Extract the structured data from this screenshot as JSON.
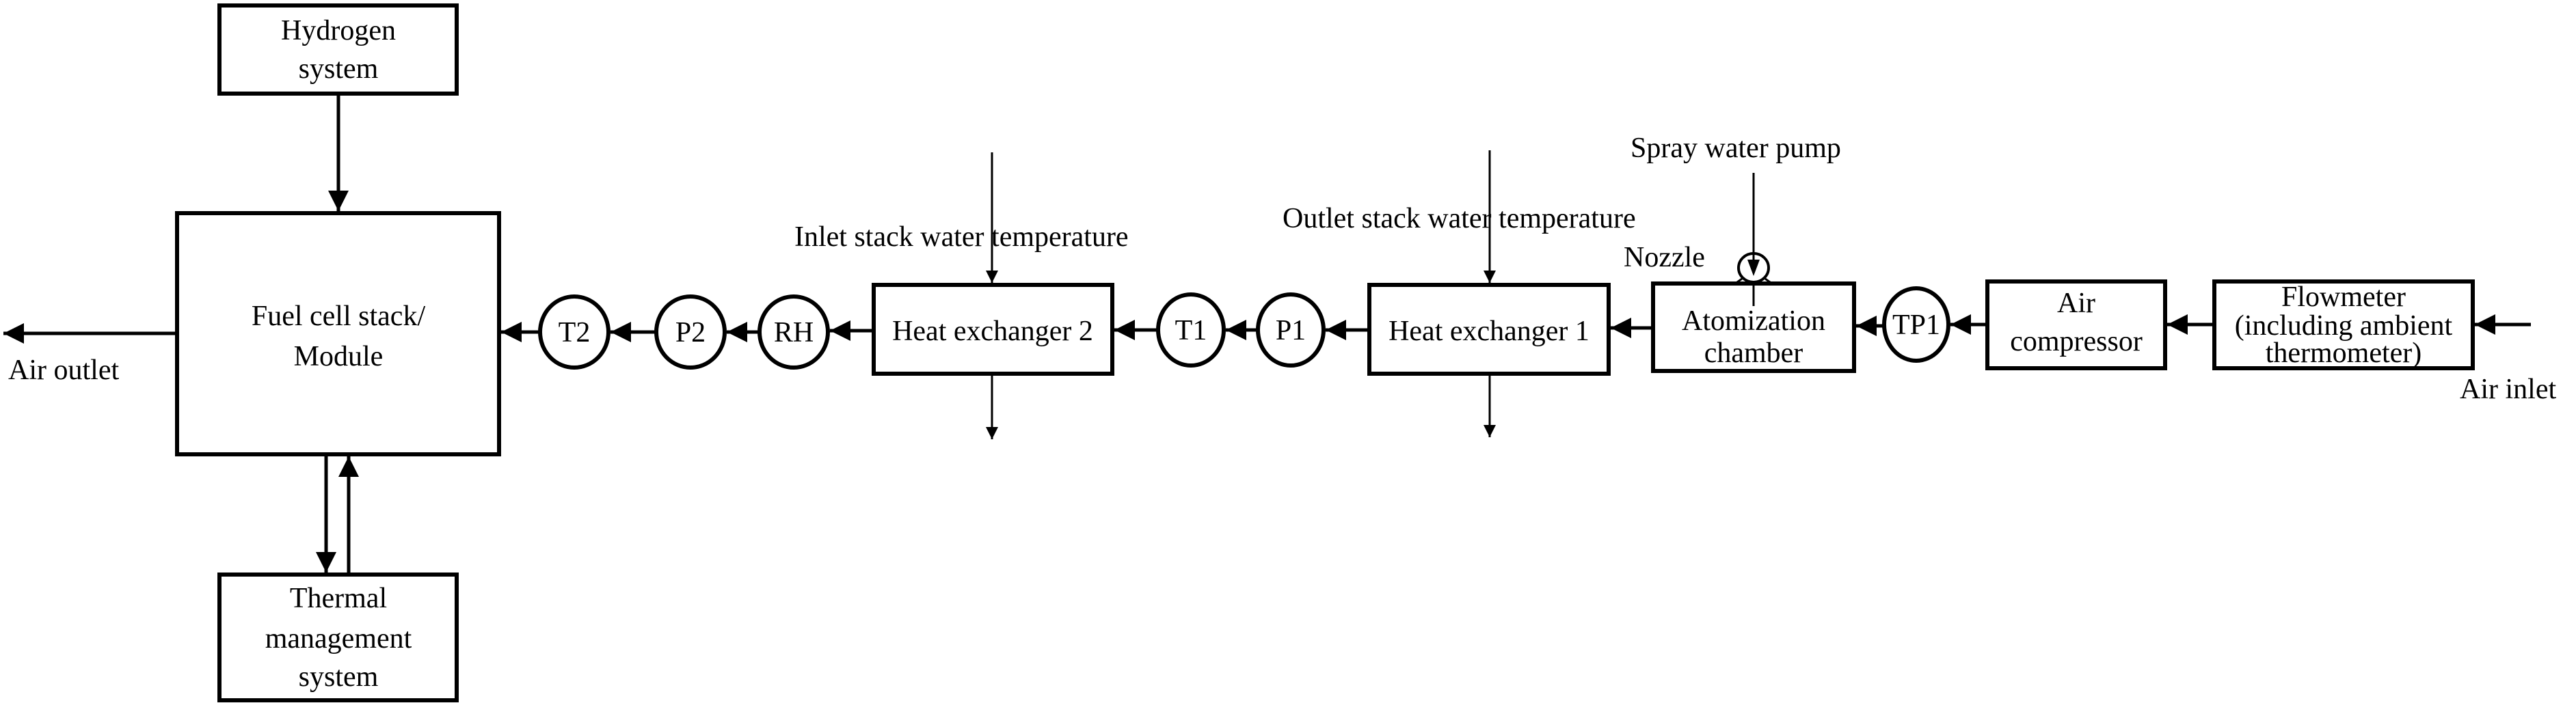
{
  "blocks": {
    "hydrogen": [
      "Hydrogen",
      "system"
    ],
    "fuel_cell": [
      "Fuel cell stack/",
      "Module"
    ],
    "thermal": [
      "Thermal",
      "management",
      "system"
    ],
    "heat_exchanger_2": "Heat exchanger 2",
    "heat_exchanger_1": "Heat exchanger 1",
    "atomization": [
      "Atomization",
      "chamber"
    ],
    "air_compressor": [
      "Air",
      "compressor"
    ],
    "flowmeter": [
      "Flowmeter",
      "(including ambient",
      "thermometer)"
    ]
  },
  "sensors": {
    "t2": "T2",
    "p2": "P2",
    "rh": "RH",
    "t1": "T1",
    "p1": "P1",
    "tp1": "TP1"
  },
  "labels": {
    "air_outlet": "Air outlet",
    "air_inlet": "Air inlet",
    "inlet_stack_water": "Inlet stack water temperature",
    "outlet_stack_water": "Outlet stack water temperature",
    "spray_water_pump": "Spray water pump",
    "nozzle": "Nozzle"
  }
}
